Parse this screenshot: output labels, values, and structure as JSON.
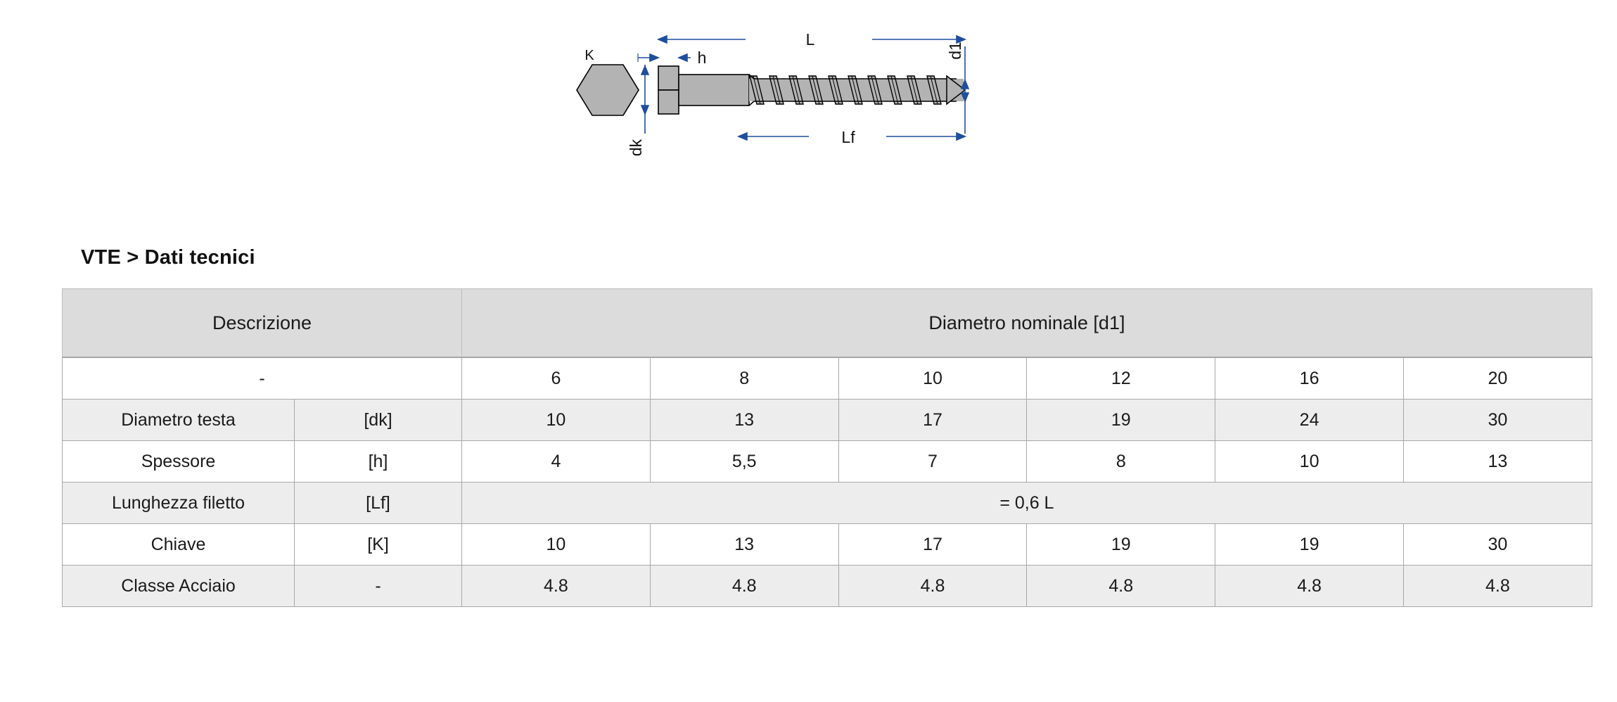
{
  "drawing": {
    "name": "hex-head-wood-screw-technical-drawing",
    "body_color": "#b3b3b3",
    "outline_color": "#000000",
    "dimension_color": "#1f4e9c",
    "labels": {
      "hex_key": "K",
      "length_total": "L",
      "head_thickness": "h",
      "head_diameter": "dk",
      "thread_length": "Lf",
      "nominal_diameter": "d1"
    }
  },
  "title": "VTE > Dati tecnici",
  "table": {
    "header": {
      "description": "Descrizione",
      "diameter": "Diametro nominale [d1]"
    },
    "columns": [
      "6",
      "8",
      "10",
      "12",
      "16",
      "20"
    ],
    "rows": [
      {
        "label": "",
        "symbol": "-",
        "values": [
          "6",
          "8",
          "10",
          "12",
          "16",
          "20"
        ],
        "merged": false
      },
      {
        "label": "Diametro testa",
        "symbol": "[dk]",
        "values": [
          "10",
          "13",
          "17",
          "19",
          "24",
          "30"
        ],
        "merged": false
      },
      {
        "label": "Spessore",
        "symbol": "[h]",
        "values": [
          "4",
          "5,5",
          "7",
          "8",
          "10",
          "13"
        ],
        "merged": false
      },
      {
        "label": "Lunghezza filetto",
        "symbol": "[Lf]",
        "merged": true,
        "merged_value": "= 0,6 L"
      },
      {
        "label": "Chiave",
        "symbol": "[K]",
        "values": [
          "10",
          "13",
          "17",
          "19",
          "19",
          "30"
        ],
        "merged": false
      },
      {
        "label": "Classe Acciaio",
        "symbol": "-",
        "values": [
          "4.8",
          "4.8",
          "4.8",
          "4.8",
          "4.8",
          "4.8"
        ],
        "merged": false
      }
    ]
  }
}
